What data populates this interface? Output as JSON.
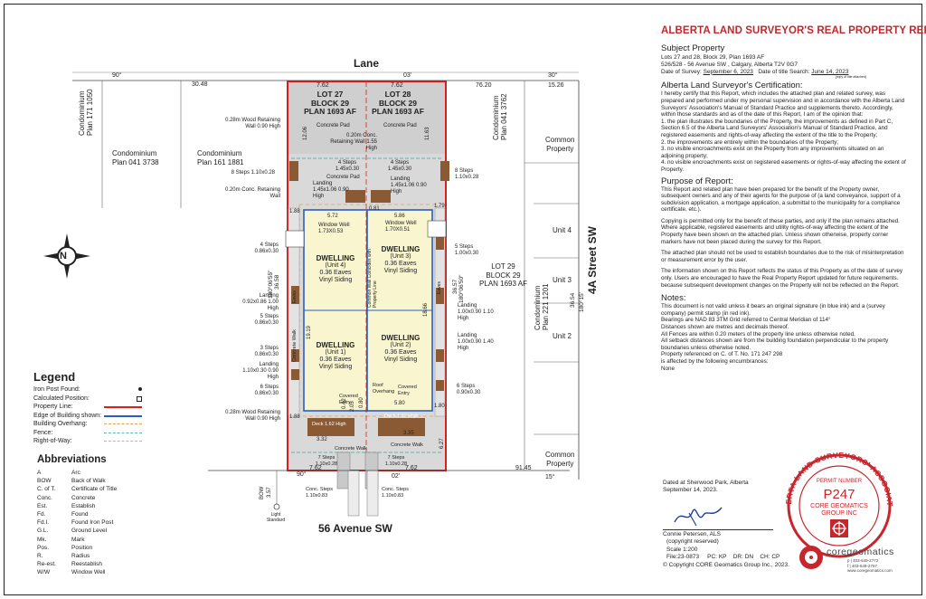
{
  "plan": {
    "lane": "Lane",
    "street_bottom": "56 Avenue SW",
    "street_right": "4A Street SW",
    "lot27": [
      "LOT 27",
      "BLOCK 29",
      "PLAN 1693 AF"
    ],
    "lot28": [
      "LOT 28",
      "BLOCK 29",
      "PLAN 1693 AF"
    ],
    "lot29": [
      "LOT 29",
      "BLOCK 29",
      "PLAN 1693 AF"
    ],
    "condo_left_vertical": [
      "Condominium",
      "Plan 171 1050"
    ],
    "condo_left1": [
      "Condominium",
      "Plan 041 3738"
    ],
    "condo_left2": [
      "Condominium",
      "Plan 161 1881"
    ],
    "condo_right_vertical": [
      "Condominium",
      "Plan 041 3762"
    ],
    "condo_right_bottom_vertical": [
      "Condominium",
      "Plan 221 1201"
    ],
    "common_top": [
      "Common",
      "Property"
    ],
    "common_bottom": [
      "Common",
      "Property"
    ],
    "units_right": [
      "Unit 4",
      "Unit 3",
      "Unit 2"
    ],
    "dwelling_u4": [
      "DWELLING",
      "(Unit 4)",
      "0.36 Eaves",
      "Vinyl Siding"
    ],
    "dwelling_u3": [
      "DWELLING",
      "(Unit 3)",
      "0.36 Eaves",
      "Vinyl Siding"
    ],
    "dwelling_u1": [
      "DWELLING",
      "(Unit 1)",
      "0.36 Eaves",
      "Vinyl Siding"
    ],
    "dwelling_u2": [
      "DWELLING",
      "(Unit 2)",
      "0.36 Eaves",
      "Vinyl Siding"
    ],
    "concrete_pad": "Concrete Pad",
    "concrete_walk": "Concrete Walk",
    "dims_top": [
      "90°",
      "30.48",
      "7.62",
      "03'",
      "7.62",
      "76.20",
      "30°",
      "15.26"
    ],
    "dims_bottom": [
      "90°",
      "7.62",
      "02'",
      "7.62",
      "91.45",
      "15°"
    ],
    "dims_side": [
      "36.58",
      "180°06'55\"",
      "36.57",
      "180°06'50\"",
      "36.54",
      "180°15'"
    ],
    "dims_misc": [
      "12.06",
      "11.63",
      "5.72",
      "5.86",
      "0.81",
      "1.79",
      "1.88",
      "19.19",
      "18.66",
      "1.88",
      "1.80",
      "6.27",
      "3.32",
      "3.35",
      "0.80",
      "5.80",
      "2.05",
      "0.42",
      "3.57",
      "BOW"
    ],
    "notes_left": [
      "0.28m Wood Retaining Wall 0.90 High",
      "0.20m Conc. Retaining Wall 1.55 High",
      "8 Steps 1.10x0.28",
      "0.20m Conc. Retaining Wall",
      "4 Steps 0.86x0.30",
      "Landing 0.92x0.86 1.00 High",
      "5 Steps 0.86x0.30",
      "3 Steps 0.86x0.30",
      "Landing 1.10x0.30 0.90 High",
      "6 Steps 0.86x0.30",
      "0.28m Wood Retaining Wall 0.90 High"
    ],
    "notes_right": [
      "8 Steps 1.10x0.28",
      "5 Steps 1.00x0.30",
      "Landing 1.00x0.90 1.10 High",
      "Landing 1.00x0.90 1.40 High",
      "6 Steps 0.90x0.30"
    ],
    "notes_center": [
      "4 Steps 1.45x0.30",
      "4 Steps 1.45x0.30",
      "Concrete Pad",
      "Landing 1.45x1.06 0.90 High",
      "Landing 1.45x1.06 0.90 High",
      "Window Well 1.73X0.53",
      "Window Well 1.70X0.51",
      "Common Wall Coincides with Property Line",
      "Roof Overhang",
      "Covered Entry",
      "Covered Entry",
      "Deck 1.62 High",
      "Deck 1.62 High",
      "7 Steps 1.10x0.28",
      "7 Steps 1.10x0.28",
      "Conc. Steps 1.10x0.83",
      "Conc. Steps 1.10x0.83",
      "Light Standard",
      "Eaves",
      "Eaves"
    ]
  },
  "legend": {
    "title": "Legend",
    "rows": [
      "Iron Post Found:",
      "Calculated Position:",
      "Property Line:",
      "Edge of Building shown:",
      "Building Overhang:",
      "Fence:",
      "Right-of-Way:"
    ]
  },
  "abbreviations": {
    "title": "Abbreviations",
    "rows": [
      [
        "A",
        "Arc"
      ],
      [
        "BOW",
        "Back of Walk"
      ],
      [
        "C. of T.",
        "Certificate of Title"
      ],
      [
        "Conc.",
        "Concrete"
      ],
      [
        "Est.",
        "Establish"
      ],
      [
        "Fd.",
        "Found"
      ],
      [
        "Fd.I.",
        "Found Iron Post"
      ],
      [
        "G.L.",
        "Ground Level"
      ],
      [
        "Mk.",
        "Mark"
      ],
      [
        "Pos.",
        "Position"
      ],
      [
        "R.",
        "Radius"
      ],
      [
        "Re-est.",
        "Reestablish"
      ],
      [
        "W/W",
        "Window Well"
      ]
    ]
  },
  "report": {
    "title": "ALBERTA LAND SURVEYOR'S REAL PROPERTY REPORT",
    "subject_heading": "Subject Property",
    "subject_lines": [
      "Lots 27 and 28, Block 29, Plan 1693 AF",
      "526/528 - 56 Avenue SW , Calgary, Alberta T2V 0G7"
    ],
    "survey_date_label": "Date of Survey:",
    "survey_date": "September 6, 2023",
    "title_search_label": "Date of title Search:",
    "title_search_date": "June 14, 2023",
    "copy_note": "(copy of title attached)",
    "cert_heading": "Alberta Land Surveyor's Certification:",
    "cert_intro": "I hereby certify that this Report, which includes the attached plan and related survey, was prepared and performed under my personal supervision and in accordance with the Alberta Land Surveyors' Association's Manual of Standard Practice and supplements thereto. Accordingly, within those standards and as of the date of this Report, I am of the opinion that:",
    "cert_items": [
      "1. the plan illustrates the boundaries of the Property, the improvements as defined in Part C, Section 6.5 of the Alberta Land Surveyors' Association's Manual of Standard Practice, and registered easements and rights-of-way affecting the extent of the title to the Property;",
      "2. the improvements are entirely within the boundaries of the Property;",
      "3. no visible encroachments exist on the Property from any improvements situated on an adjoining property;",
      "4. no visible encroachments exist on registered easements or rights-of-way affecting the extent of Property."
    ],
    "purpose_heading": "Purpose of Report:",
    "purpose_paras": [
      "This Report and related plan have been prepared for the benefit of the Property owner, subsequent owners and any of their agents for the purpose of (a land conveyance, support of a subdivision application, a mortgage application, a submittal to the municipality for a compliance certificate, etc.).",
      "Copying is permitted only for the benefit of these parties, and only if the plan remains attached. Where applicable, registered easements and utility rights-of-way affecting the extent of the Property have been shown on the attached plan. Unless shown otherwise, property corner markers have not been placed during the survey for this Report.",
      "The attached plan should not be used to establish boundaries due to the risk of misinterpretation or measurement error by the user.",
      "The information shown on this Report reflects the status of this Property as of the date of survey only. Users are encouraged to have the Real Property Report updated for future requirements. because subsequent development changes on the Property will not be reflected on the Report."
    ],
    "notes_heading": "Notes:",
    "notes_lines": [
      "This document is not valid unless it bears an original signature (in blue ink) and a (survey company) permit stamp (in red ink).",
      "Bearings are NAD 83 3TM Grid referred to Central Meridian of 114°",
      "Distances shown are metres and decimals thereof.",
      "All Fences are within 0.20 meters of the property line unless otherwise noted.",
      "All setback distances shown are from the building foundation perpendicular to the property boundaries unless otherwise noted.",
      "Property referenced on C. of T. No. 171 247 298",
      "is affected by the following encumbrances:",
      "None"
    ],
    "dated_line": "Dated at Sherwood Park, Alberta",
    "dated_date": "September 14, 2023.",
    "signer": "Connie Petersen, ALS",
    "copyright_reserved": "(copyright reserved)",
    "scale": "Scale 1:200",
    "file": "File:23-0873",
    "pc": "PC: KP",
    "dr": "DR: DN",
    "ch": "CH: CP",
    "copyright": "© Copyright CORE Geomatics Group Inc., 2023.",
    "stamp": {
      "ring_text": "ALBERTA LAND SURVEYORS' ASSOCIATION",
      "permit_label": "PERMIT NUMBER",
      "permit_no": "P247",
      "company1": "CORE GEOMATICS",
      "company2": "GROUP INC"
    },
    "logo": {
      "name": "coregeomatics",
      "p": "p | 403-649-2772",
      "f": "f | 403-649-2767",
      "w": "www.coregeomatics.com"
    }
  },
  "north": "N",
  "colors": {
    "property_line": "#d62020",
    "building_edge": "#2a5dc4",
    "building_fill": "#f8f5cf",
    "lot_fill": "#d9d9d9",
    "stamp_red": "#c8262d",
    "title_red": "#c0282d"
  }
}
